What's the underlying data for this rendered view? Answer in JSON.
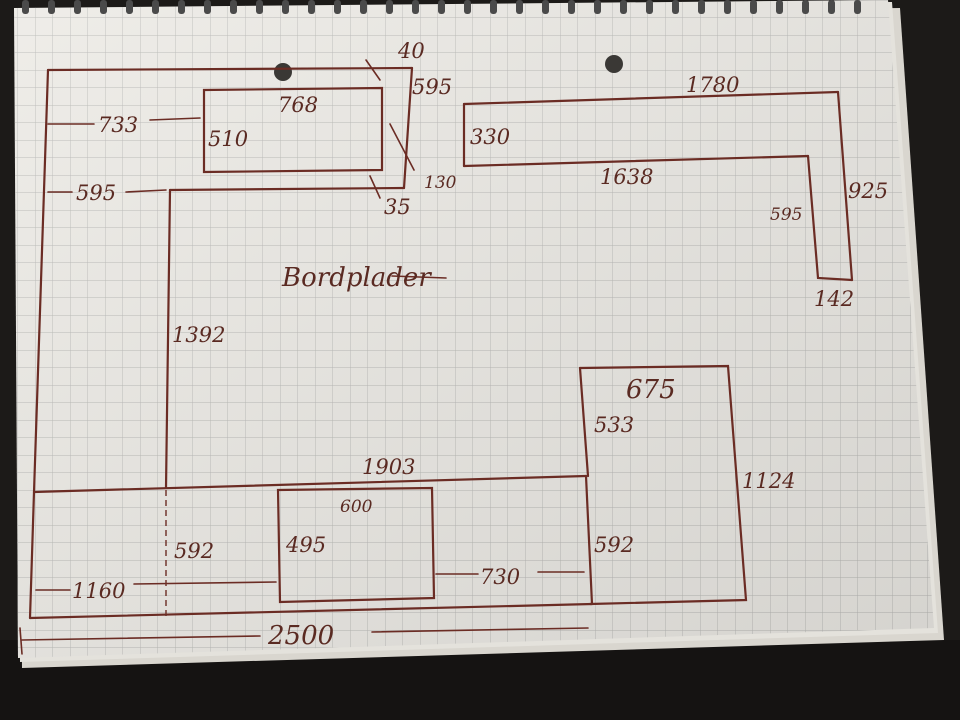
{
  "sketch": {
    "title": "Bordplader",
    "labels": {
      "l40": "40",
      "l595_top": "595",
      "l768": "768",
      "l733": "733",
      "l510": "510",
      "l130": "130",
      "l35": "35",
      "l595_left": "595",
      "l1780": "1780",
      "l330": "330",
      "l1638": "1638",
      "l925": "925",
      "l595_right": "595",
      "l142": "142",
      "l1392": "1392",
      "l675": "675",
      "l533": "533",
      "l1124": "1124",
      "l1903": "1903",
      "l600": "600",
      "l495": "495",
      "l592_left": "592",
      "l592_right": "592",
      "l1160": "1160",
      "l730": "730",
      "l2500": "2500"
    }
  }
}
